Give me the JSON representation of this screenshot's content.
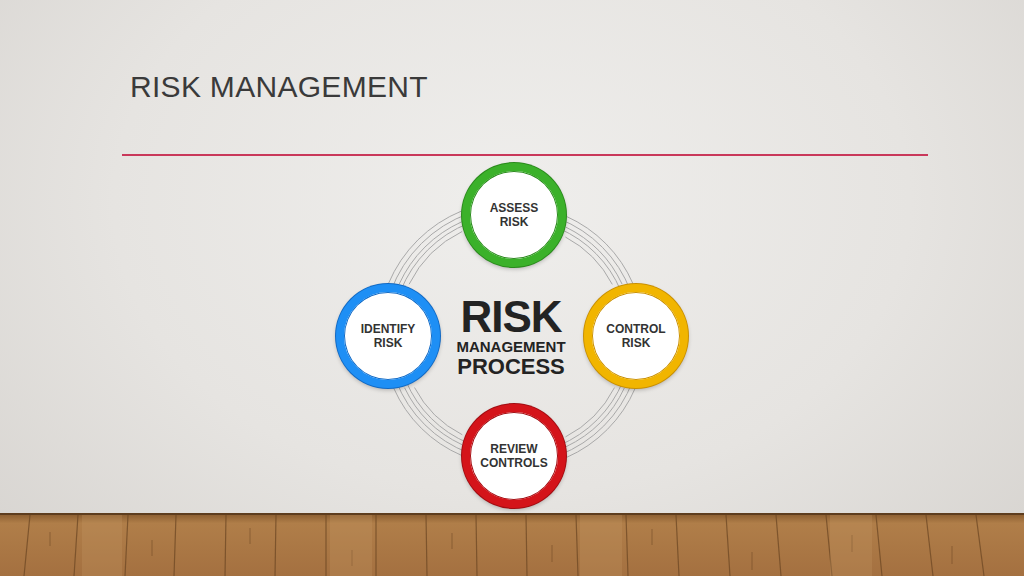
{
  "diagram": {
    "title": "RISK MANAGEMENT",
    "nodes": [
      {
        "text": [
          "ASSESS RISK"
        ]
      },
      {
        "text": [
          "IDENTIFY RISK"
        ]
      },
      {
        "text": [
          "CONTROL RISK"
        ]
      },
      {
        "text": [
          "REVIEW CONTROLS"
        ]
      }
    ],
    "edges": [
      {
        "from": 1,
        "to": 0,
        "arrow": "none"
      },
      {
        "from": 0,
        "to": 2,
        "arrow": "none"
      },
      {
        "from": 2,
        "to": 3,
        "arrow": "none"
      },
      {
        "from": 3,
        "to": 1,
        "arrow": "none"
      }
    ],
    "labels": [
      "RISK",
      "MANAGEMENT",
      "PROCESS"
    ]
  }
}
